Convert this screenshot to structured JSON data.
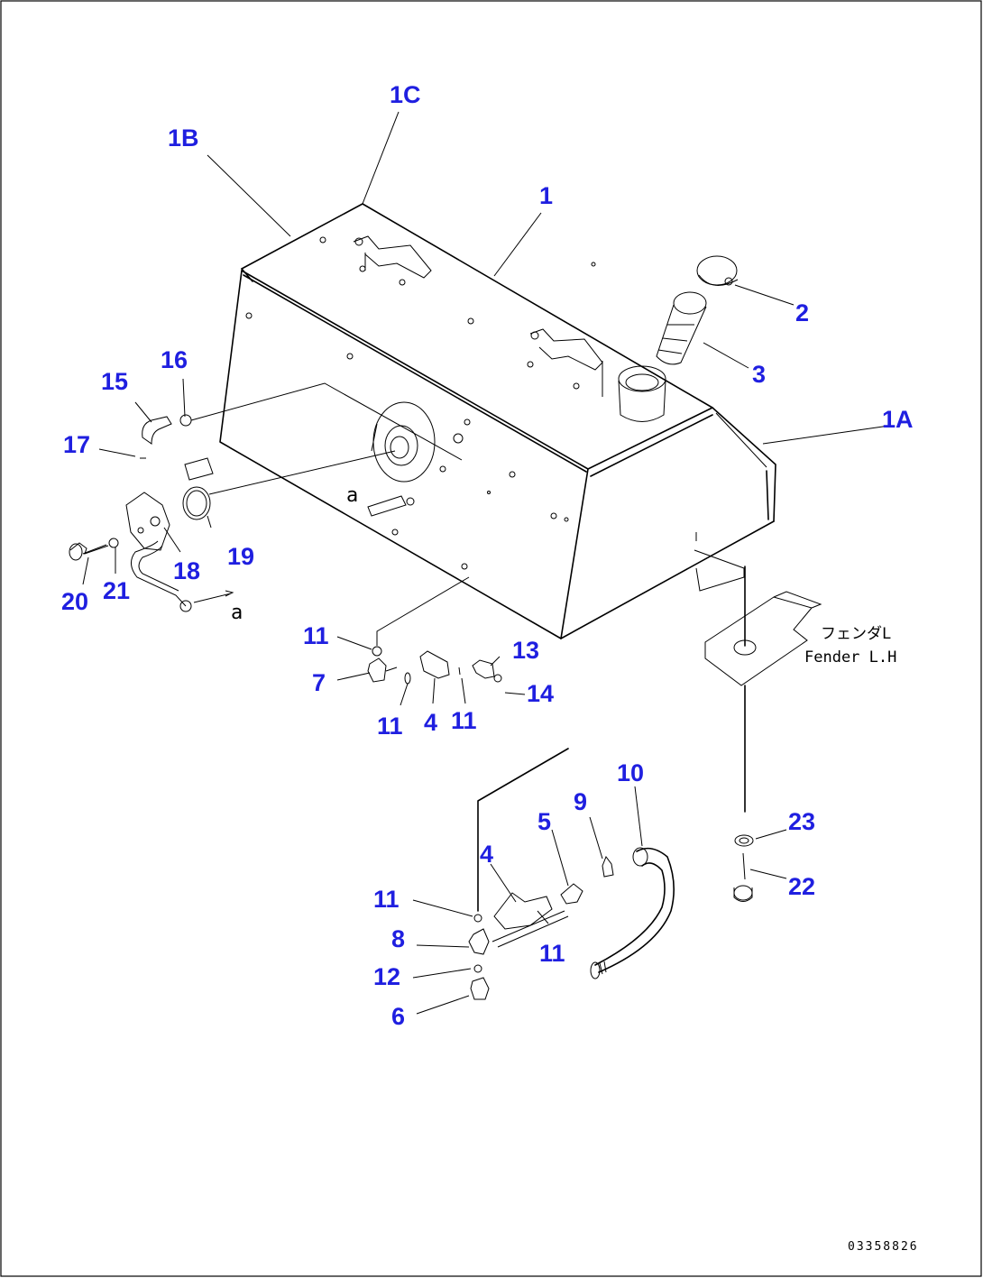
{
  "labels": {
    "l1C": "1C",
    "l1B": "1B",
    "l1": "1",
    "l2": "2",
    "l3": "3",
    "l1A": "1A",
    "l16": "16",
    "l15": "15",
    "l17": "17",
    "l19": "19",
    "l18": "18",
    "l20": "20",
    "l21": "21",
    "l11a": "11",
    "l7": "7",
    "l13": "13",
    "l14": "14",
    "l11b": "11",
    "l4a": "4",
    "l11c": "11",
    "l10": "10",
    "l9": "9",
    "l5": "5",
    "l4b": "4",
    "l11d": "11",
    "l8": "8",
    "l11e": "11",
    "l12": "12",
    "l6": "6",
    "l23": "23",
    "l22": "22"
  },
  "annotations": {
    "fender_jp": "フェンダL",
    "fender_en": "Fender L.H",
    "ref_a1": "a",
    "ref_a2": "a"
  },
  "drawing_number": "03358826"
}
